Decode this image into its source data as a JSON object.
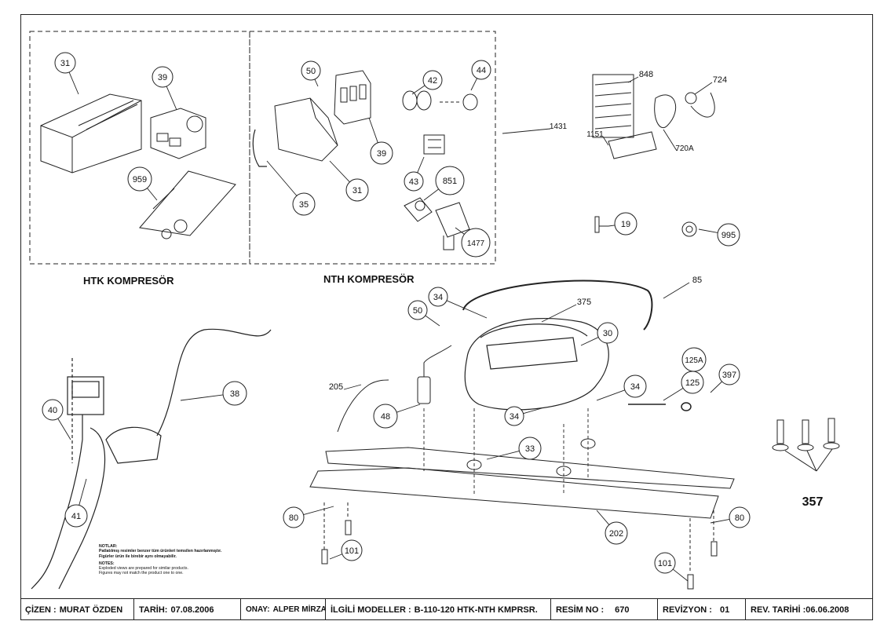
{
  "sections": {
    "htk": "HTK KOMPRESÖR",
    "nth": "NTH KOMPRESÖR"
  },
  "callouts": [
    "31",
    "39",
    "959",
    "50",
    "39",
    "31",
    "35",
    "42",
    "44",
    "43",
    "851",
    "1477",
    "848",
    "724",
    "1431",
    "1151",
    "720A",
    "19",
    "995",
    "85",
    "34",
    "375",
    "50",
    "30",
    "125A",
    "397",
    "125",
    "34",
    "205",
    "48",
    "34",
    "33",
    "38",
    "40",
    "41",
    "80",
    "101",
    "202",
    "80",
    "101",
    "357"
  ],
  "notes": {
    "tr_heading": "NOTLAR:",
    "tr_line1": "Patlatılmış resimler benzer tüm ürünleri temsilen hazırlanmıştır.",
    "tr_line2": "Figürler ürün ile birebir aynı olmayabilir.",
    "en_heading": "NOTES:",
    "en_line1": "Exploded views are prepared for similar products.",
    "en_line2": "Figures may not match the product one to one."
  },
  "title_block": {
    "cizen_label": "ÇİZEN :",
    "cizen_value": "MURAT ÖZDEN",
    "tarih_label": "TARİH:",
    "tarih_value": "07.08.2006",
    "onay_label": "ONAY:",
    "onay_value": "ALPER MİRZA",
    "modeller_label": "İLGİLİ MODELLER :",
    "modeller_value": "B-110-120 HTK-NTH KMPRSR.",
    "resim_label": "RESİM NO :",
    "resim_value": "670",
    "revizyon_label": "REVİZYON :",
    "revizyon_value": "01",
    "revtarih_label": "REV. TARİHİ :",
    "revtarih_value": "06.06.2008"
  }
}
